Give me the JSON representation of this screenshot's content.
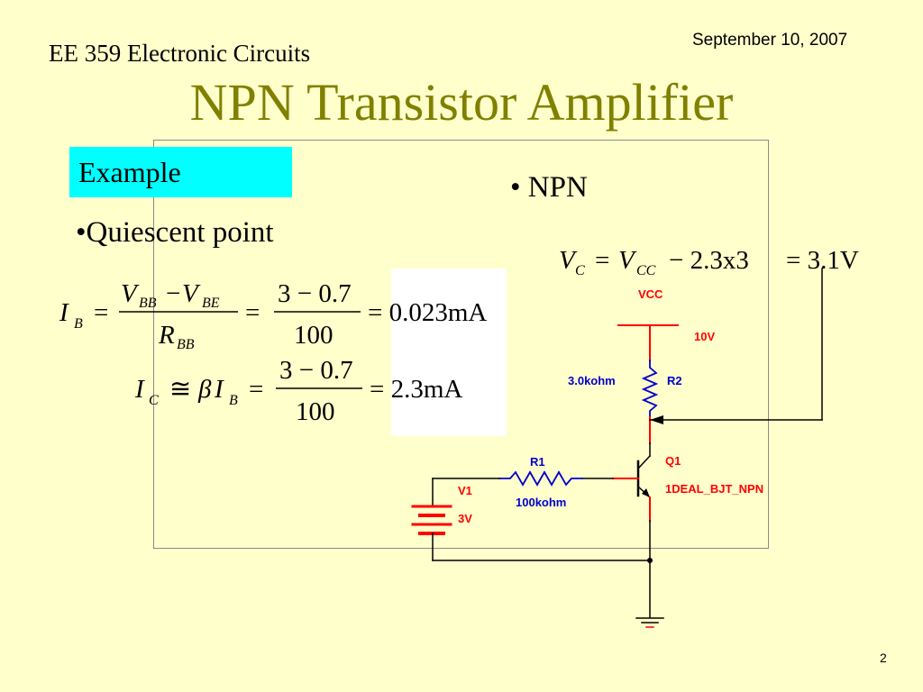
{
  "slide": {
    "course": "EE 359 Electronic Circuits",
    "date": "September 10, 2007",
    "title": "NPN Transistor Amplifier",
    "example_label": "Example",
    "bullet_quiescent": "•Quiescent point",
    "bullet_npn": "•  NPN",
    "page_number": "2"
  },
  "equations": {
    "ib": {
      "lhs_sym": "I",
      "lhs_sub": "B",
      "num_v1": "V",
      "num_v1_sub": "BB",
      "num_minus": "−",
      "num_v2": "V",
      "num_v2_sub": "BE",
      "den": "R",
      "den_sub": "BB",
      "num2": "3 − 0.7",
      "den2": "100",
      "result": "= 0.023mA"
    },
    "ic": {
      "lhs_sym": "I",
      "lhs_sub": "C",
      "approx": "≅",
      "beta": "β",
      "ib_sym": "I",
      "ib_sub": "B",
      "num": "3 − 0.7",
      "den": "100",
      "result": "= 2.3mA"
    },
    "vc": {
      "lhs_sym": "V",
      "lhs_sub": "C",
      "eq": "=",
      "vcc": "V",
      "vcc_sub": "CC",
      "rest": "− 2.3x3",
      "result": "= 3.1V"
    }
  },
  "circuit": {
    "vcc_label": "VCC",
    "vcc_value": "10V",
    "r2_name": "R2",
    "r2_value": "3.0kohm",
    "r1_name": "R1",
    "r1_value": "100kohm",
    "q1_name": "Q1",
    "q1_model": "1DEAL_BJT_NPN",
    "v1_name": "V1",
    "v1_value": "3V"
  },
  "colors": {
    "background": "#ffffcc",
    "title": "#808000",
    "example_bg": "#00ffff",
    "component_red": "#ff0000",
    "value_blue": "#0000cc",
    "wire": "#000000"
  }
}
